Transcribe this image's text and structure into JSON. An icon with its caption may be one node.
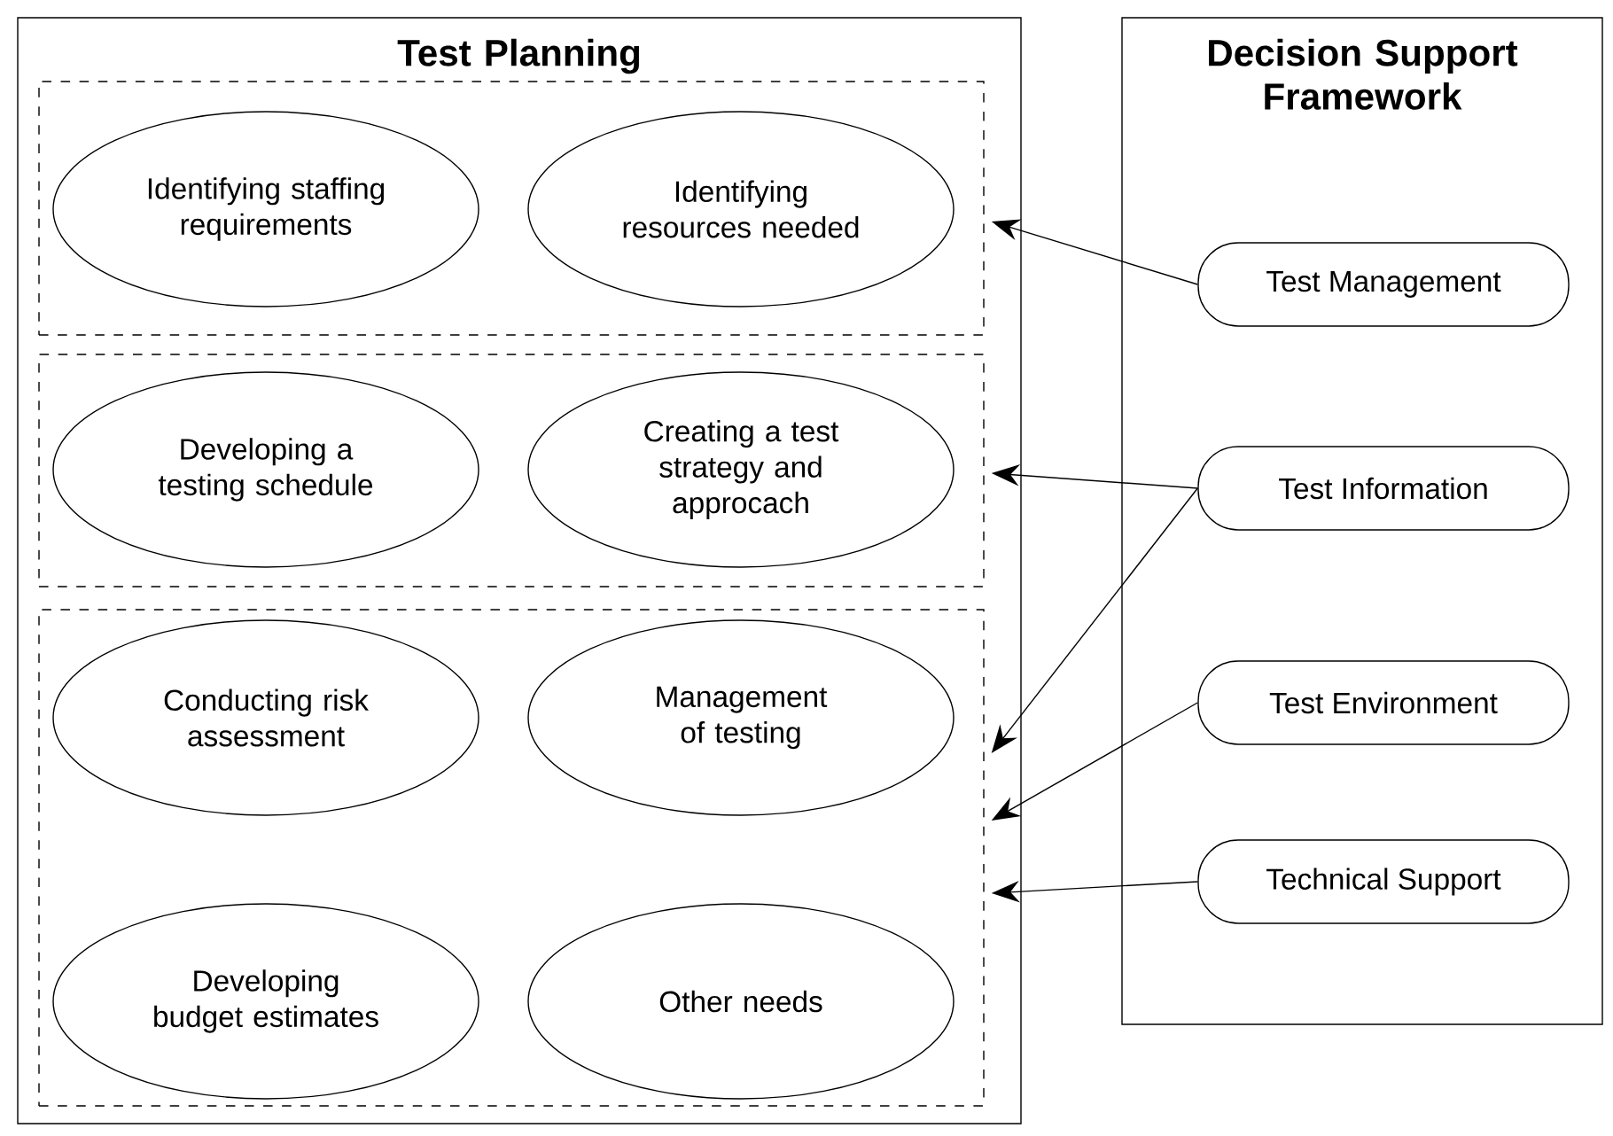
{
  "diagram": {
    "nodes": [
      {
        "text": [
          "Test Planning"
        ]
      },
      {
        "text": [],
        "shape": "box",
        "in": 0
      },
      {
        "text": [
          "Identifying staffing requirements"
        ],
        "in": 1
      },
      {
        "text": [
          "Identifying resources needed"
        ],
        "in": 1
      },
      {
        "text": [],
        "shape": "box",
        "in": 0
      },
      {
        "text": [
          "Developing a testing schedule"
        ],
        "in": 4
      },
      {
        "text": [
          "Creating a test strategy and approcach"
        ],
        "in": 4
      },
      {
        "text": [],
        "shape": "box",
        "in": 0
      },
      {
        "text": [
          "Conducting risk assessment"
        ],
        "in": 7
      },
      {
        "text": [
          "Management of testing"
        ],
        "in": 7
      },
      {
        "text": [
          "Developing budget estimates"
        ],
        "in": 7
      },
      {
        "text": [
          "Other needs"
        ],
        "in": 7
      },
      {
        "text": [
          "Decision Support Framework"
        ]
      },
      {
        "text": [
          "Test Management"
        ],
        "in": 12
      },
      {
        "text": [
          "Test Information"
        ],
        "in": 12
      },
      {
        "text": [
          "Test Environment"
        ],
        "in": 12
      },
      {
        "text": [
          "Technical Support"
        ],
        "in": 12
      }
    ],
    "edges": [
      {
        "from": 13,
        "to": 1,
        "arrow": "to"
      },
      {
        "from": 14,
        "to": 4,
        "arrow": "to"
      },
      {
        "from": 14,
        "to": 7,
        "arrow": "to"
      },
      {
        "from": 15,
        "to": 7,
        "arrow": "to"
      },
      {
        "from": 16,
        "to": 7,
        "arrow": "to"
      }
    ]
  }
}
